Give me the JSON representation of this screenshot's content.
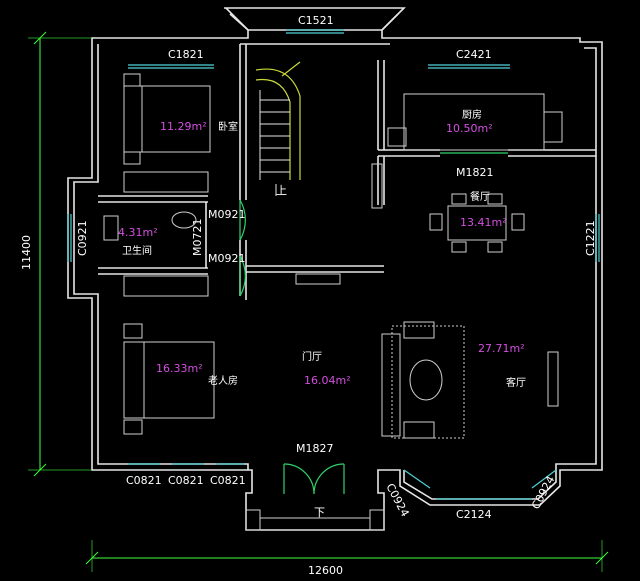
{
  "rooms": {
    "bedroom": {
      "name": "卧室",
      "area": "11.29m²"
    },
    "bathroom": {
      "name": "卫生间",
      "area": "4.31m²"
    },
    "elder_room": {
      "name": "老人房",
      "area": "16.33m²"
    },
    "foyer": {
      "name": "门厅",
      "area": "16.04m²"
    },
    "living": {
      "name": "客厅",
      "area": "27.71m²"
    },
    "dining": {
      "name": "餐厅",
      "area": "13.41m²"
    },
    "kitchen": {
      "name": "厨房",
      "area": "10.50m²"
    }
  },
  "labels": {
    "c1521": "C1521",
    "c1821": "C1821",
    "c2421": "C2421",
    "m1821": "M1821",
    "m0921_top": "M0921",
    "m0921_bottom": "M0921",
    "m0721": "M0721",
    "c0921": "C0921",
    "c1221": "C1221",
    "c0821_1": "C0821",
    "c0821_2": "C0821",
    "c0821_3": "C0821",
    "m1827": "M1827",
    "c0924_left": "C0924",
    "c0924_right": "C0924",
    "c2124": "C2124",
    "stairs_up": "上",
    "stairs_down": "下"
  },
  "dimensions": {
    "height": "11400",
    "width": "12600"
  }
}
